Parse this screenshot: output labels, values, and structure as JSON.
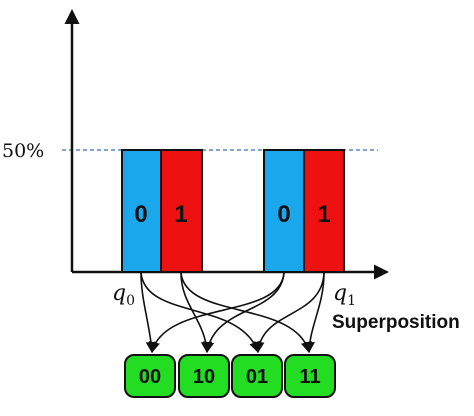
{
  "threshold_label": "50%",
  "qubits": [
    {
      "name": "q",
      "index": "0",
      "bars": [
        "0",
        "1"
      ]
    },
    {
      "name": "q",
      "index": "1",
      "bars": [
        "0",
        "1"
      ]
    }
  ],
  "caption": "Superposition",
  "states": [
    "00",
    "10",
    "01",
    "11"
  ],
  "colors": {
    "bar_zero": "#1aa7ec",
    "bar_one": "#ee1111",
    "state_box": "#22dd22",
    "dashed_line": "#3a6fb5"
  }
}
